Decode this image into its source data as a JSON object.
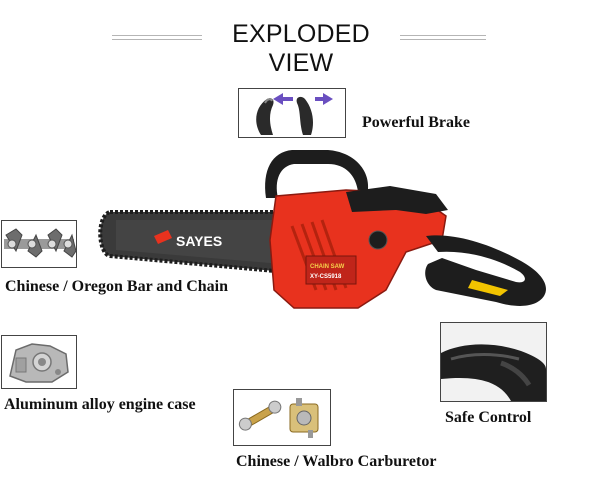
{
  "title": "EXPLODED VIEW",
  "features": {
    "brake": "Powerful Brake",
    "bar_chain": "Chinese / Oregon Bar and Chain",
    "engine_case": "Aluminum alloy engine case",
    "carburetor": "Chinese / Walbro Carburetor",
    "safe_control": "Safe Control"
  },
  "product": {
    "brand": "SAYES",
    "panel_line1": "CHAIN SAW",
    "panel_line2": "XY-CS5918"
  },
  "colors": {
    "body_red": "#e8321e",
    "dark": "#1d1d1d",
    "bar_grey": "#3a3a3a",
    "arrow_purple": "#6a4fc0"
  }
}
